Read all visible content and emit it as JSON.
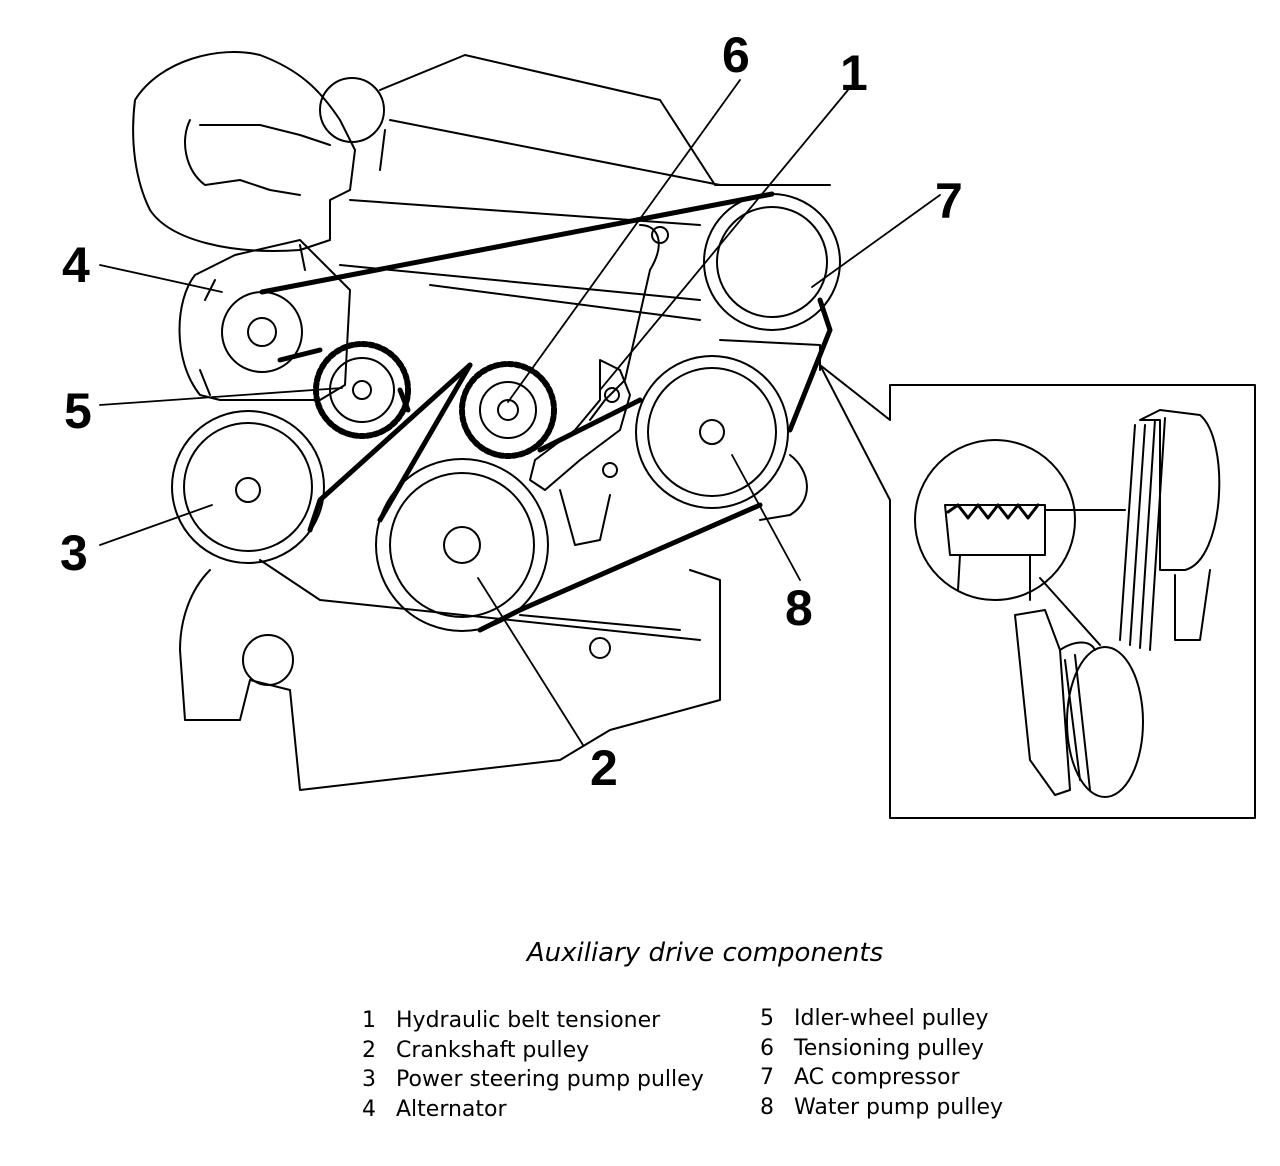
{
  "caption": "Auxiliary drive components",
  "components": [
    {
      "num": "1",
      "label": "Hydraulic belt tensioner"
    },
    {
      "num": "2",
      "label": "Crankshaft pulley"
    },
    {
      "num": "3",
      "label": "Power steering pump pulley"
    },
    {
      "num": "4",
      "label": "Alternator"
    },
    {
      "num": "5",
      "label": "Idler-wheel pulley"
    },
    {
      "num": "6",
      "label": "Tensioning pulley"
    },
    {
      "num": "7",
      "label": "AC compressor"
    },
    {
      "num": "8",
      "label": "Water pump pulley"
    }
  ]
}
